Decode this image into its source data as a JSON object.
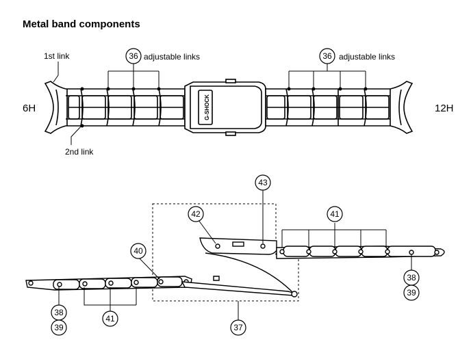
{
  "title": "Metal band components",
  "labels": {
    "end_6h": "6H",
    "end_12h": "12H",
    "first_link": "1st link",
    "second_link": "2nd link",
    "adjustable_left": "adjustable links",
    "adjustable_right": "adjustable links",
    "clasp_logo": "G-SHOCK"
  },
  "callouts": {
    "c36_left": "36",
    "c36_right": "36",
    "c37": "37",
    "c38_left": "38",
    "c39_left": "39",
    "c38_right": "38",
    "c39_right": "39",
    "c40": "40",
    "c41_left": "41",
    "c41_right": "41",
    "c42": "42",
    "c43": "43"
  }
}
